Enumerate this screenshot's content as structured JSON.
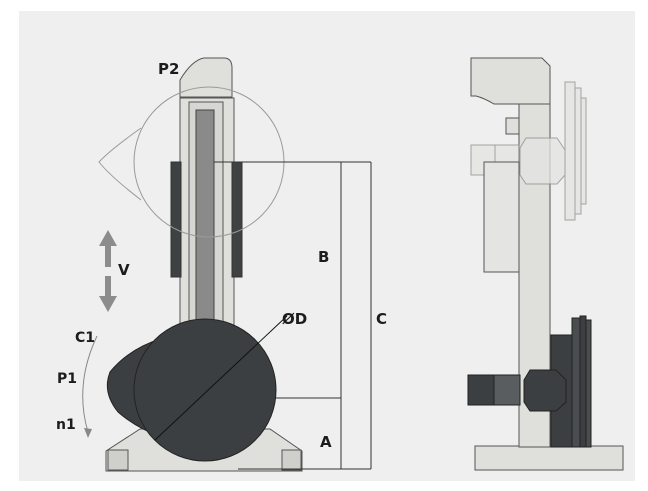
{
  "labels": {
    "p2": "P2",
    "v": "V",
    "b": "B",
    "c": "C",
    "diameter": "ØD",
    "c1": "C1",
    "p1": "P1",
    "n1": "n1",
    "a": "A"
  },
  "colors": {
    "background": "#efefef",
    "frame_fill": "#dfdfdc",
    "outline": "#555555",
    "dark_part": "#3f4243",
    "medium_part": "#8a8a8a",
    "roller": "#3c3f41",
    "arrow": "#8c8c8c"
  }
}
